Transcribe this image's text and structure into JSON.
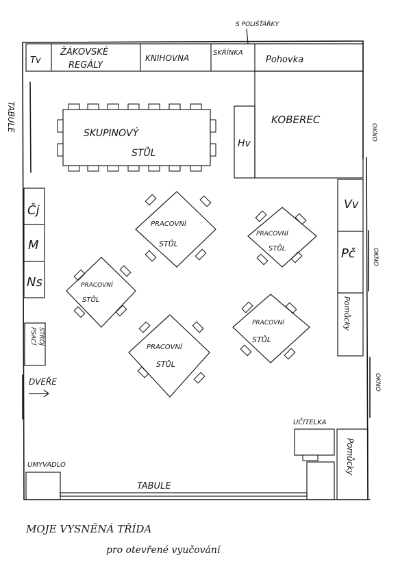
{
  "labels": {
    "tv": "Tv",
    "zakovske_1": "ŽÁKOVSKÉ",
    "zakovske_2": "REGÁLY",
    "knihovna": "KNIHOVNA",
    "skrinka": "SKŘÍNKA",
    "politarky": "S POLIŠŤÁŘKY",
    "pohovka": "Pohovka",
    "tabule_left": "TABULE",
    "skupinovy_1": "SKUPINOVÝ",
    "skupinovy_2": "STŮL",
    "hv": "Hv",
    "koberec": "KOBEREC",
    "okno": "OKNO",
    "cj": "Čj",
    "m": "M",
    "ns": "Ns",
    "pracovni": "PRACOVNÍ",
    "stul": "STŮL",
    "vv": "Vv",
    "pc": "Pč",
    "pomucky": "Pomůcky",
    "psaci_1": "PSACÍ",
    "psaci_2": "STROJ",
    "dvere": "DVEŘE",
    "ucitelka": "UČITELKA",
    "umyvadlo": "UMYVADLO",
    "tabule_bottom": "TABULE",
    "caption_1": "MOJE VYSNĚNÁ TŘÍDA",
    "caption_2": "pro otevřené vyučování"
  }
}
